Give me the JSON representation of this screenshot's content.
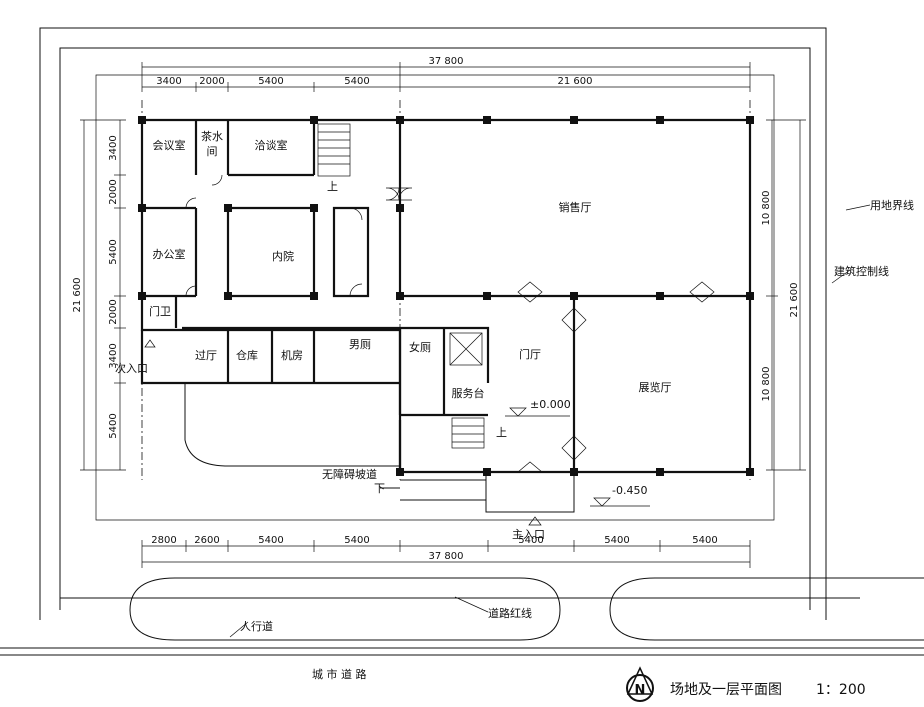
{
  "rooms": {
    "meeting": "会议室",
    "tea1": "茶水",
    "tea2": "间",
    "negotiation": "洽谈室",
    "sales": "销售厅",
    "office": "办公室",
    "courtyard": "内院",
    "guard": "门卫",
    "vestibule": "过厅",
    "storage": "仓库",
    "machine": "机房",
    "men": "男厕",
    "women": "女厕",
    "lobby": "门厅",
    "service": "服务台",
    "exhibition": "展览厅"
  },
  "labels": {
    "up1": "上",
    "up2": "上",
    "down": "下",
    "side_entrance": "次入口",
    "main_entrance": "主入口",
    "ramp": "无障碍坡道",
    "elev_0": "±0.000",
    "elev_neg": "-0.450",
    "site_line": "用地界线",
    "building_line": "建筑控制线",
    "road_red_line": "道路红线",
    "sidewalk": "人行道",
    "city_road": "城 市 道 路",
    "drawing_title": "场地及一层平面图",
    "scale": "1：200",
    "north": "N"
  },
  "dimensions": {
    "top_total": "37 800",
    "top_right": "21 600",
    "top_segments": [
      "3400",
      "2000",
      "5400",
      "5400"
    ],
    "bottom_total": "37 800",
    "bottom_segments": [
      "2800",
      "2600",
      "5400",
      "5400",
      "5400",
      "5400",
      "5400"
    ],
    "left_total": "21 600",
    "left_segments": [
      "3400",
      "2000",
      "5400",
      "2000",
      "3400",
      "5400"
    ],
    "right_total": "21 600",
    "right_segments": [
      "10 800",
      "10 800"
    ]
  }
}
